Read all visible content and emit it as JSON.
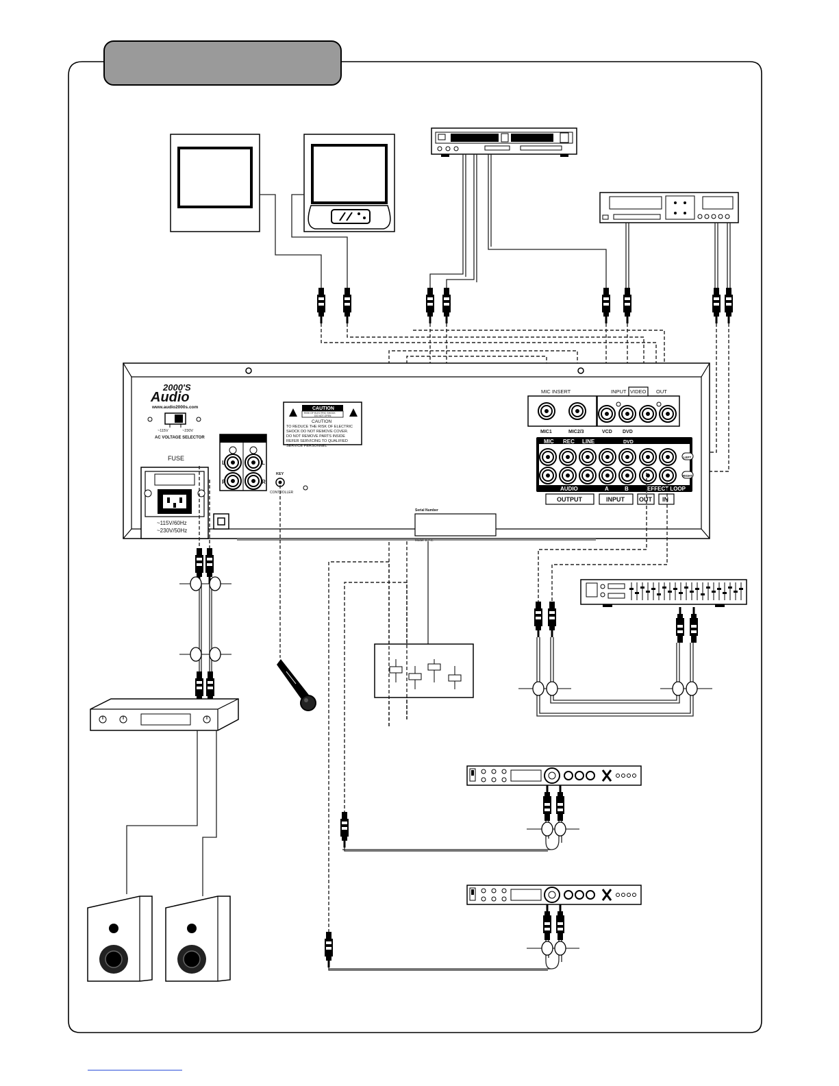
{
  "brand": {
    "logo_top": "2000'S",
    "logo_bottom": "Audio",
    "url": "www.audio2000s.com"
  },
  "panel_left": {
    "voltage_115": "~115V",
    "voltage_230": "~230V",
    "voltage_selector": "AC VOLTAGE SELECTOR",
    "fuse": "FUSE",
    "power_line1": "~115V/60Hz",
    "power_line2": "~230V/50Hz",
    "jack_l": "L",
    "jack_r": "R",
    "key_label": "KEY",
    "key_controller": "CONTROLLER"
  },
  "caution": {
    "title": "CAUTION",
    "line1": "RISK OF ELECTRIC SHOCK",
    "line2": "DO NOT OPEN",
    "heading": "CAUTION",
    "body1": "TO REDUCE THE RISK OF ELECTRIC",
    "body2": "SHOCK DO NOT REMOVE COVER.",
    "body3": "DO NOT REMOVE PARTS INSIDE",
    "body4": "REFER SERVICING TO QUALIFIED",
    "body5": "SERVICE PERSONNEL"
  },
  "panel_right": {
    "mic_insert": "MIC INSERT",
    "mic1": "MIC1",
    "mic23": "MIC2/3",
    "input": "INPUT",
    "video": "VIDEO",
    "out": "OUT",
    "vcd": "VCD",
    "dvd": "DVD",
    "col_mic": "MIC",
    "col_rec": "REC",
    "col_line": "LINE",
    "col_dvd": "DVD",
    "left_badge": "LEFT",
    "right_badge": "RIGHT",
    "audio": "AUDIO",
    "a": "A",
    "b": "B",
    "effect_loop": "EFFECT LOOP",
    "output_box": "OUTPUT",
    "input_box": "INPUT",
    "out_box": "OUT",
    "in_box": "IN",
    "serial": "Serial Number",
    "model": "Model: D.F.C."
  }
}
